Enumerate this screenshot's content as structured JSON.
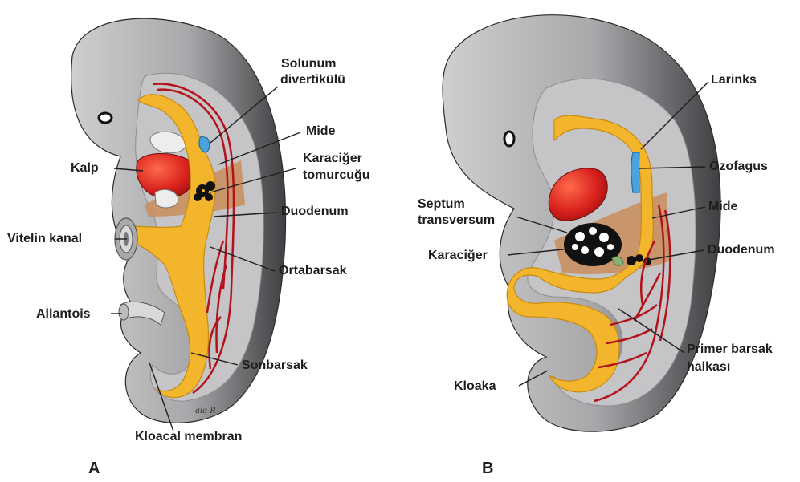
{
  "panels": {
    "A": {
      "letter": "A",
      "labels": {
        "respiratory_diverticulum_1": "Solunum",
        "respiratory_diverticulum_2": "divertikülü",
        "stomach": "Mide",
        "liver_bud_1": "Karaciğer",
        "liver_bud_2": "tomurcuğu",
        "heart": "Kalp",
        "duodenum": "Duodenum",
        "vitelline_duct": "Vitelin kanal",
        "midgut": "Ortabarsak",
        "allantois": "Allantois",
        "hindgut": "Sonbarsak",
        "cloacal_membrane": "Kloacal membran"
      },
      "signature": "ale R"
    },
    "B": {
      "letter": "B",
      "labels": {
        "larynx": "Larinks",
        "esophagus": "Özofagus",
        "septum_transversum_1": "Septum",
        "septum_transversum_2": "transversum",
        "stomach": "Mide",
        "liver": "Karaciğer",
        "duodenum": "Duodenum",
        "primary_intestinal_loop_1": "Primer barsak",
        "primary_intestinal_loop_2": "halkası",
        "cloaca": "Kloaka"
      }
    }
  },
  "colors": {
    "embryo_light": "#d9d9db",
    "embryo_mid": "#a9a9ac",
    "embryo_dark": "#4a4a4d",
    "gut_yellow": "#f2b52c",
    "septum_tan": "#c98d5a",
    "heart_red": "#d8201c",
    "vessel_red": "#b3121a",
    "respiratory_blue": "#4aa3dc",
    "liver_black": "#111111"
  }
}
